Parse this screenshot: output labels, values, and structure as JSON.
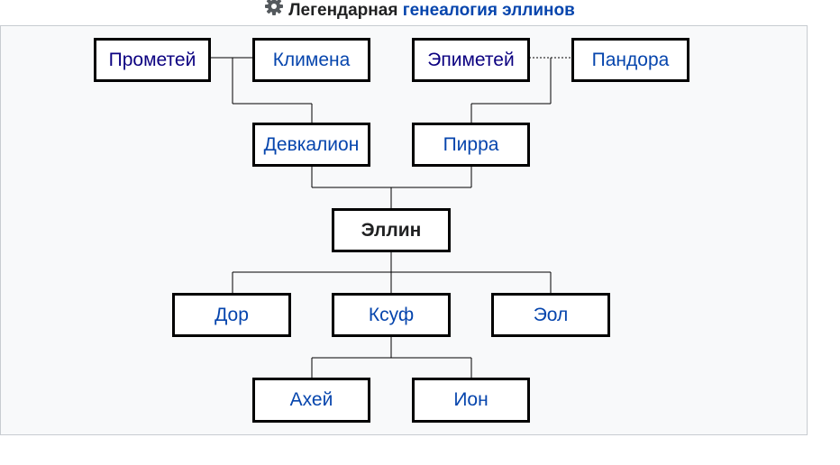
{
  "title": {
    "plain": "Легендарная ",
    "link": "генеалогия эллинов",
    "icon": "gear-icon"
  },
  "colors": {
    "link": "#0645ad",
    "visited": "#0b0080",
    "background": "#f8f9fa"
  },
  "nodes": {
    "prometheus": "Прометей",
    "clymene": "Климена",
    "epimetheus": "Эпиметей",
    "pandora": "Пандора",
    "deucalion": "Девкалион",
    "pyrrha": "Пирра",
    "hellen": "Эллин",
    "dorus": "Дор",
    "xuthus": "Ксуф",
    "aeolus": "Эол",
    "achaeus": "Ахей",
    "ion": "Ион"
  }
}
